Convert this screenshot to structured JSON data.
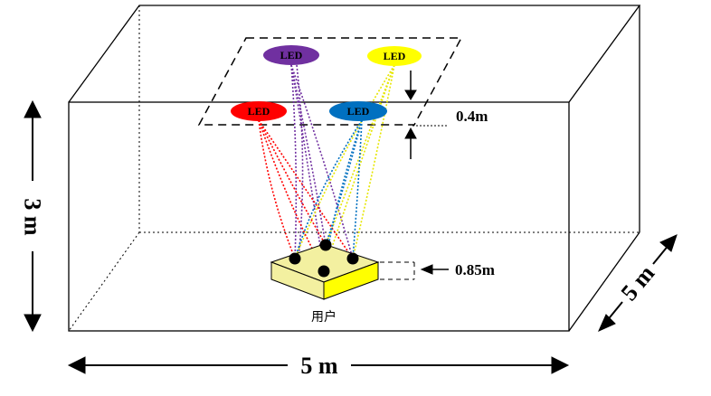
{
  "leds": [
    {
      "label": "LED",
      "color": "#7030A0"
    },
    {
      "label": "LED",
      "color": "#FFFF00"
    },
    {
      "label": "LED",
      "color": "#FF0000"
    },
    {
      "label": "LED",
      "color": "#0070C0"
    }
  ],
  "dimensions": {
    "height": "3 m",
    "width": "5 m",
    "depth": "5 m",
    "led_drop": "0.4m",
    "user_height": "0.85m"
  },
  "user": {
    "label": "用户"
  },
  "colors": {
    "box_line": "#000000",
    "user_top": "#F3F0A0",
    "user_side": "#FFFF00",
    "receiver": "#000000"
  }
}
